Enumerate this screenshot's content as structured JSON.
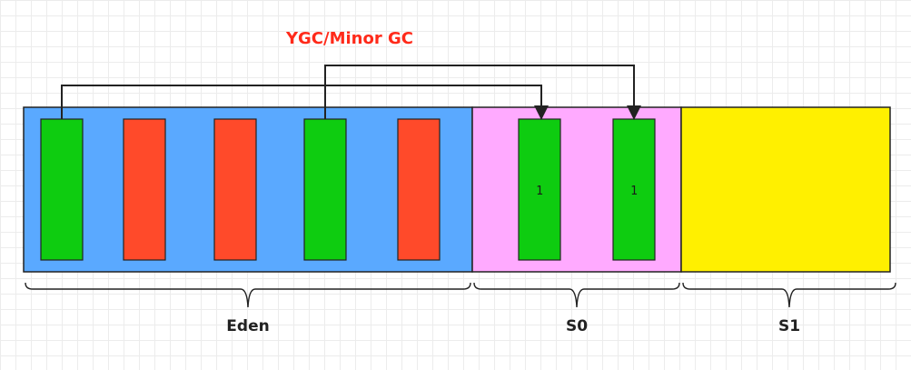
{
  "title": "YGC/Minor GC",
  "colors": {
    "title": "#ff2a1a",
    "eden": "#5aa9ff",
    "s0": "#ffaaff",
    "s1": "#fff000",
    "live": "#0ecc10",
    "garbage": "#ff4a2a",
    "stroke": "#222222"
  },
  "regions": [
    {
      "id": "eden",
      "label": "Eden"
    },
    {
      "id": "s0",
      "label": "S0"
    },
    {
      "id": "s1",
      "label": "S1"
    }
  ],
  "eden_objects": [
    {
      "state": "live"
    },
    {
      "state": "garbage"
    },
    {
      "state": "garbage"
    },
    {
      "state": "live"
    },
    {
      "state": "garbage"
    }
  ],
  "s0_objects": [
    {
      "state": "live",
      "age": "1"
    },
    {
      "state": "live",
      "age": "1"
    }
  ]
}
